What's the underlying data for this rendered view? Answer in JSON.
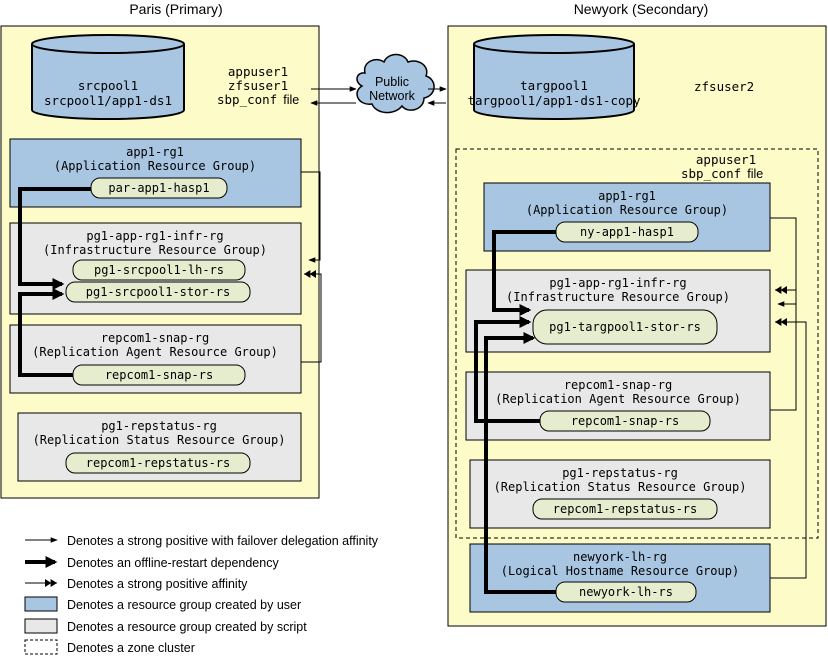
{
  "sites": {
    "primary": {
      "title": "Paris (Primary)",
      "pool_name": "srcpool1",
      "pool_path": "srcpool1/app1-ds1",
      "users": [
        "appuser1",
        "zfsuser1"
      ],
      "sbp_conf": "sbp_conf",
      "sbp_file": "file",
      "groups": {
        "app": {
          "name": "app1-rg1",
          "desc": "(Application Resource Group)",
          "resources": [
            "par-app1-hasp1"
          ]
        },
        "infra": {
          "name": "pg1-app-rg1-infr-rg",
          "desc": "(Infrastructure Resource Group)",
          "resources": [
            "pg1-srcpool1-lh-rs",
            "pg1-srcpool1-stor-rs"
          ]
        },
        "rep": {
          "name": "repcom1-snap-rg",
          "desc": "(Replication Agent Resource Group)",
          "resources": [
            "repcom1-snap-rs"
          ]
        },
        "status": {
          "name": "pg1-repstatus-rg",
          "desc": "(Replication Status Resource Group)",
          "resources": [
            "repcom1-repstatus-rs"
          ]
        }
      }
    },
    "secondary": {
      "title": "Newyork (Secondary)",
      "pool_name": "targpool1",
      "pool_path": "targpool1/app1-ds1-copy",
      "zfs_user": "zfsuser2",
      "app_user": "appuser1",
      "sbp_conf": "sbp_conf",
      "sbp_file": "file",
      "groups": {
        "app": {
          "name": "app1-rg1",
          "desc": "(Application Resource Group)",
          "resources": [
            "ny-app1-hasp1"
          ]
        },
        "infra": {
          "name": "pg1-app-rg1-infr-rg",
          "desc": "(Infrastructure Resource Group)",
          "resources": [
            "pg1-targpool1-stor-rs"
          ]
        },
        "rep": {
          "name": "repcom1-snap-rg",
          "desc": "(Replication Agent Resource Group)",
          "resources": [
            "repcom1-snap-rs"
          ]
        },
        "status": {
          "name": "pg1-repstatus-rg",
          "desc": "(Replication Status Resource Group)",
          "resources": [
            "repcom1-repstatus-rs"
          ]
        },
        "lh": {
          "name": "newyork-lh-rg",
          "desc": "(Logical Hostname Resource Group)",
          "resources": [
            "newyork-lh-rs"
          ]
        }
      }
    }
  },
  "network": {
    "line1": "Public",
    "line2": "Network"
  },
  "legend": [
    "Denotes a strong positive with failover delegation affinity",
    "Denotes an offline-restart dependency",
    "Denotes a strong positive affinity",
    "Denotes a resource group created by user",
    "Denotes a resource group created by script",
    "Denotes a zone cluster"
  ],
  "colors": {
    "site_bg": "#fdfbc8",
    "user_rg": "#a8c6e2",
    "script_rg": "#e8e8e8",
    "resource_pill": "#e6edcf",
    "database": "#a8c6e2"
  }
}
